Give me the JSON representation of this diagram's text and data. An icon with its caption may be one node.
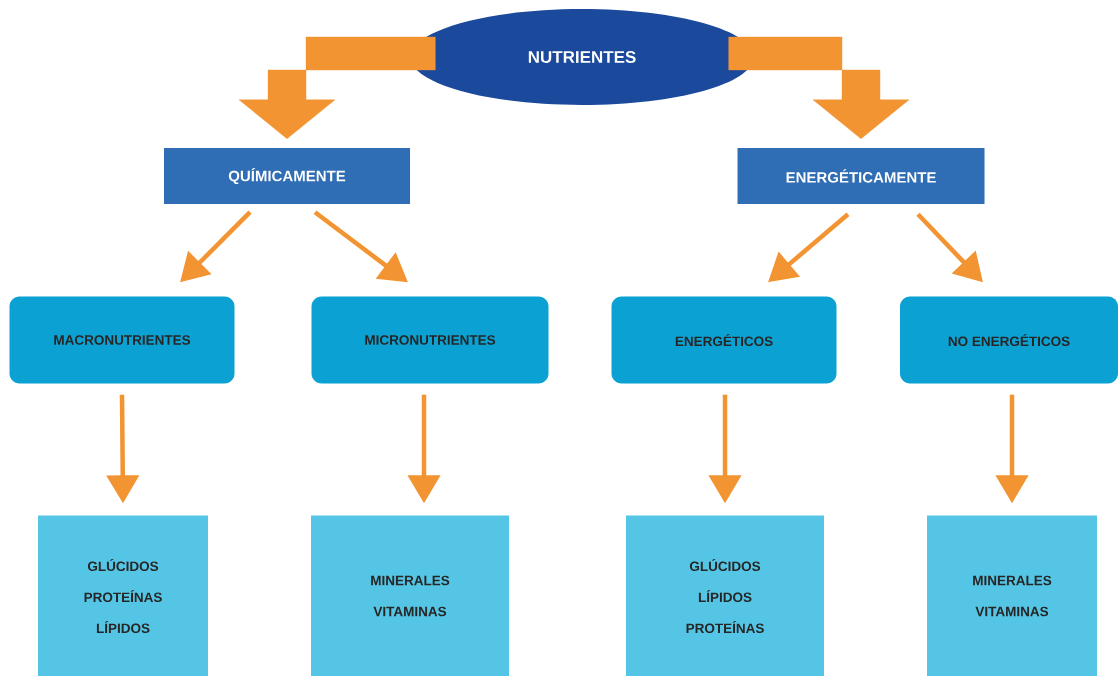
{
  "diagram": {
    "nodes": [
      {
        "text": [
          "NUTRIENTES"
        ]
      },
      {
        "text": [
          "QUÍMICAMENTE"
        ]
      },
      {
        "text": [
          "ENERGÉTICAMENTE"
        ]
      },
      {
        "text": [
          "MACRONUTRIENTES"
        ]
      },
      {
        "text": [
          "MICRONUTRIENTES"
        ]
      },
      {
        "text": [
          "ENERGÉTICOS"
        ]
      },
      {
        "text": [
          "NO ENERGÉTICOS"
        ]
      },
      {
        "text": [
          "GLÚCIDOS",
          "PROTEÍNAS",
          "LÍPIDOS"
        ]
      },
      {
        "text": [
          "MINERALES",
          "VITAMINAS"
        ]
      },
      {
        "text": [
          "GLÚCIDOS",
          "LÍPIDOS",
          "PROTEÍNAS"
        ]
      },
      {
        "text": [
          "MINERALES",
          "VITAMINAS"
        ]
      }
    ],
    "edges": [
      {
        "from": 0,
        "to": 1,
        "arrow": "to",
        "style": "thick"
      },
      {
        "from": 0,
        "to": 2,
        "arrow": "to",
        "style": "thick"
      },
      {
        "from": 1,
        "to": 3,
        "arrow": "to"
      },
      {
        "from": 1,
        "to": 4,
        "arrow": "to"
      },
      {
        "from": 2,
        "to": 5,
        "arrow": "to"
      },
      {
        "from": 2,
        "to": 6,
        "arrow": "to"
      },
      {
        "from": 3,
        "to": 7,
        "arrow": "to"
      },
      {
        "from": 4,
        "to": 8,
        "arrow": "to"
      },
      {
        "from": 5,
        "to": 9,
        "arrow": "to"
      },
      {
        "from": 6,
        "to": 10,
        "arrow": "to"
      }
    ]
  }
}
